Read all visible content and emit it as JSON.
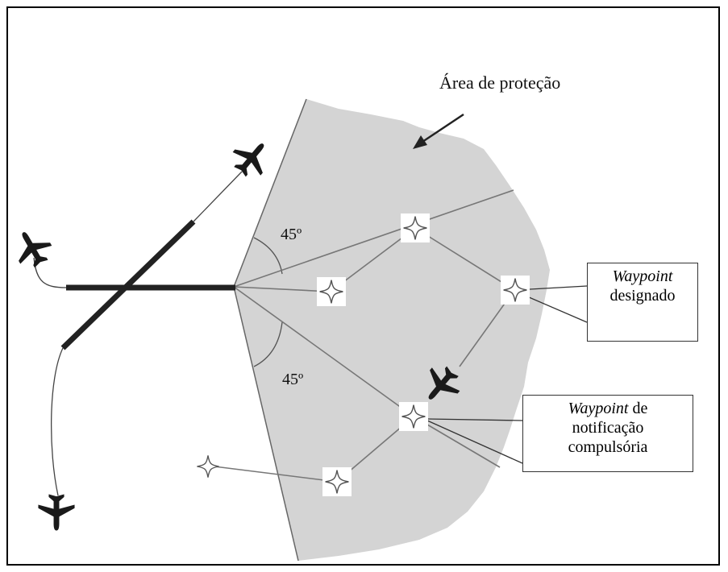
{
  "area_label": "Área de proteção",
  "angle_top": "45º",
  "angle_bottom": "45º",
  "callout_designated": {
    "italic": "Waypoint",
    "rest": "designado"
  },
  "callout_compulsory": {
    "italic": "Waypoint",
    "rest_line1": " de",
    "line2": "notificação",
    "line3": "compulsória"
  },
  "colors": {
    "area_fill": "#d4d4d4",
    "line": "#777777",
    "runway": "#222222",
    "aircraft": "#1a1a1a"
  },
  "icons": [
    "aircraft-icon",
    "waypoint-star-icon"
  ]
}
